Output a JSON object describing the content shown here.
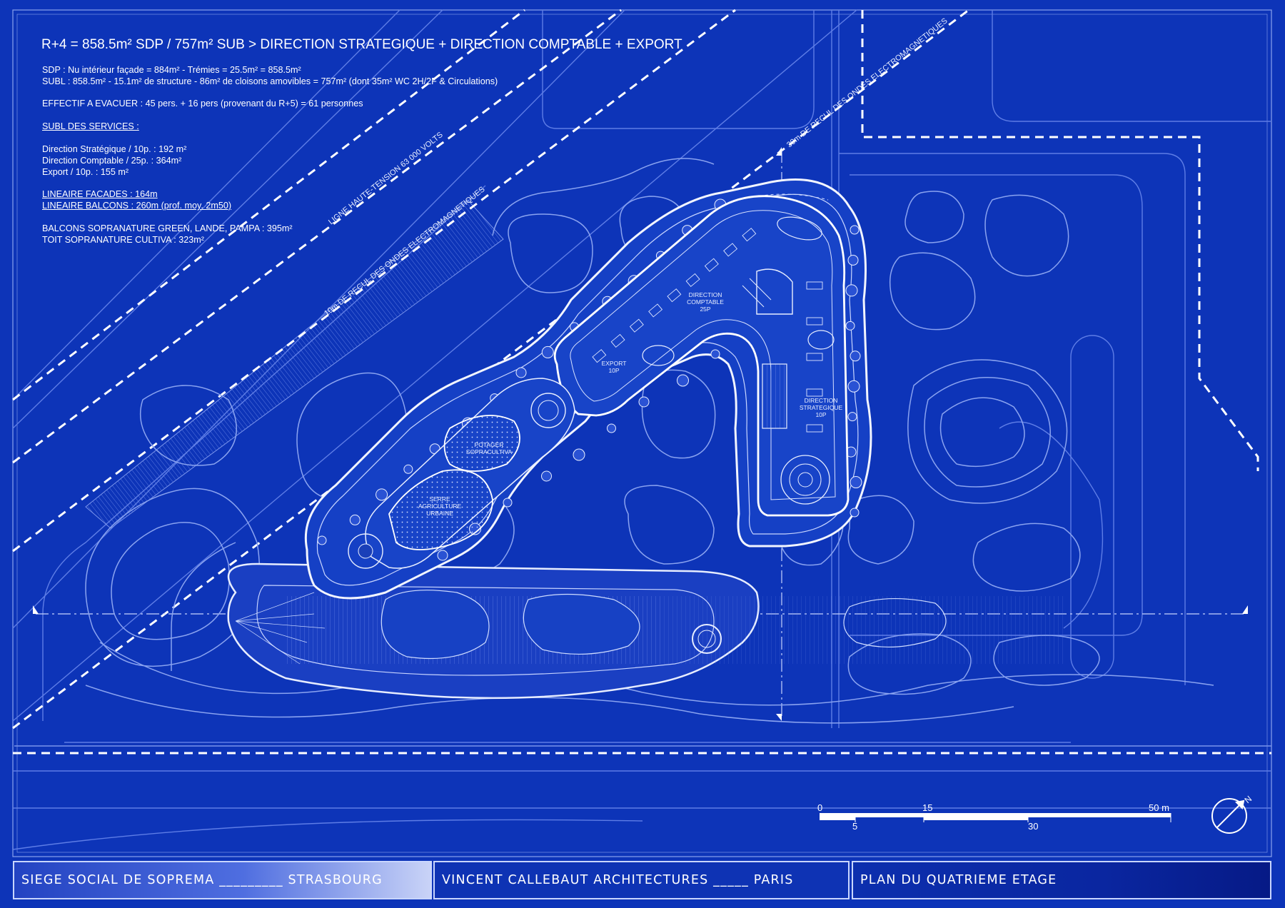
{
  "sheet": {
    "title": "R+4 = 858.5m² SDP / 757m² SUB > DIRECTION STRATEGIQUE + DIRECTION COMPTABLE + EXPORT",
    "lines": [
      "SDP : Nu intérieur façade = 884m² - Trémies = 25.5m² = 858.5m²",
      "SUBL :  858.5m² - 15.1m² de structure - 86m² de cloisons amovibles = 757m² (dont 35m² WC 2H/2F & Circulations)",
      "EFFECTIF A EVACUER : 45 pers. + 16 pers (provenant du R+5) = 61 personnes",
      "SUBL DES SERVICES :",
      "Direction Stratégique / 10p. : 192 m²",
      "Direction Comptable / 25p. : 364m²",
      "Export / 10p. : 155 m²",
      "LINEAIRE FACADES : 164m",
      "LINEAIRE BALCONS : 260m (prof. moy. 2m50)",
      "BALCONS SOPRANATURE GREEN, LANDE, PAMPA : 395m²",
      "TOIT SOPRANATURE CULTIVA : 323m²"
    ]
  },
  "annotations": {
    "line_ht": "LIGNE HAUTE-TENSION 63 000 VOLTS",
    "recul_10": "10m DE RECUL DES ONDES ELECTROMAGNETIQUES",
    "recul_30": "30m DE RECUL DES ONDES ELECTROMAGNETIQUES"
  },
  "rooms": {
    "comptable": [
      "DIRECTION",
      "COMPTABLE",
      "25P"
    ],
    "export": [
      "EXPORT",
      "10P"
    ],
    "strategique": [
      "DIRECTION",
      "STRATEGIQUE",
      "10P"
    ],
    "potager": [
      "POTAGER",
      "SOPRACULTIVA"
    ],
    "serre": [
      "SERRE",
      "AGRICULTURE",
      "URBAINE"
    ]
  },
  "scale_bar": {
    "labels_top": [
      "0",
      "15",
      "50 m"
    ],
    "labels_bottom": [
      "5",
      "30"
    ]
  },
  "north_label": "N",
  "cartouche": {
    "left": "SIEGE SOCIAL DE SOPREMA _________ STRASBOURG",
    "middle": "VINCENT CALLEBAUT ARCHITECTURES _____ PARIS",
    "right": "PLAN DU QUATRIEME ETAGE"
  },
  "colors": {
    "background": "#0d34b8",
    "ink": "#ffffff",
    "line": "#7e97ec"
  }
}
